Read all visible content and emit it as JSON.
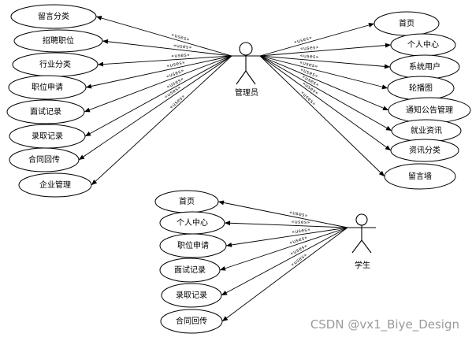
{
  "actors": {
    "admin": {
      "label": "管理员"
    },
    "student": {
      "label": "学生"
    }
  },
  "relation_label": "«uses»",
  "admin_left_use_cases": [
    "留言分类",
    "招聘职位",
    "行业分类",
    "职位申请",
    "面试记录",
    "录取记录",
    "合同回传",
    "企业管理"
  ],
  "admin_right_use_cases": [
    "首页",
    "个人中心",
    "系统用户",
    "轮播图",
    "通知公告管理",
    "就业资讯",
    "资讯分类",
    "留言墙"
  ],
  "student_use_cases": [
    "首页",
    "个人中心",
    "职位申请",
    "面试记录",
    "录取记录",
    "合同回传"
  ],
  "watermark": "CSDN @vx1_Biye_Design",
  "colors": {
    "line": "#000000",
    "watermark": "#9a9a9a"
  }
}
